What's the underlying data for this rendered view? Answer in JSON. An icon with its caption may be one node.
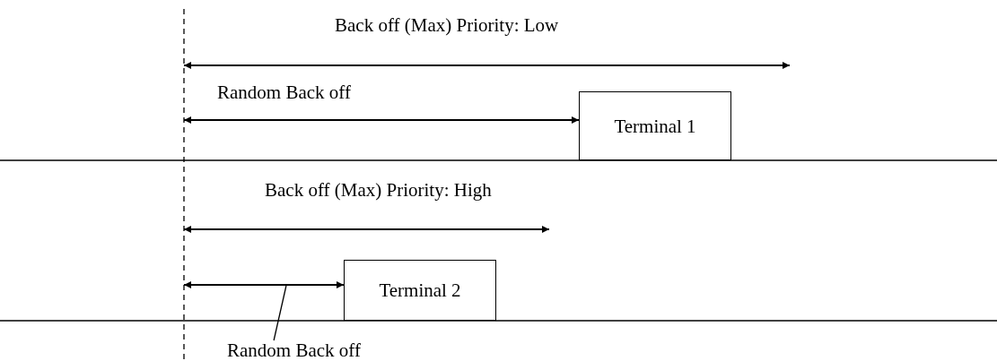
{
  "diagram": {
    "nodes": [
      {
        "text": [
          "Terminal 1"
        ]
      },
      {
        "text": [
          "Terminal 2"
        ]
      },
      {
        "text": [
          "Random Back off"
        ]
      },
      {
        "text": [],
        "shape": "arrow"
      }
    ],
    "edges": [
      {
        "from": 2,
        "to": 3,
        "arrow": "none"
      }
    ],
    "labels": [
      "Back off (Max) Priority: Low",
      "Random Back off",
      "Back off (Max) Priority: High"
    ]
  }
}
